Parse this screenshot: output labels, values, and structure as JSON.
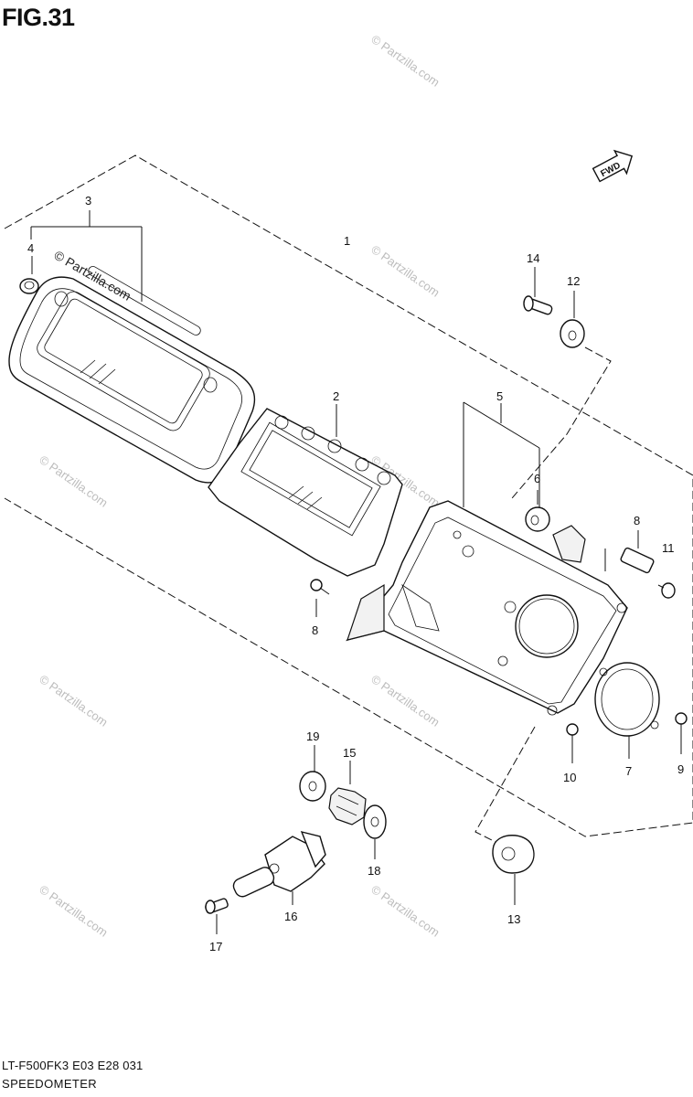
{
  "figure": {
    "title": "FIG.31",
    "model_code": "LT-F500FK3 E03 E28  031",
    "caption": "SPEEDOMETER",
    "fwd_label": "FWD"
  },
  "callouts": [
    "1",
    "2",
    "3",
    "4",
    "5",
    "6",
    "7",
    "8",
    "8",
    "9",
    "10",
    "11",
    "12",
    "13",
    "14",
    "15",
    "16",
    "17",
    "18",
    "19"
  ],
  "watermarks": {
    "faint": "© Partzilla.com",
    "dark": "© Partzilla.com"
  }
}
